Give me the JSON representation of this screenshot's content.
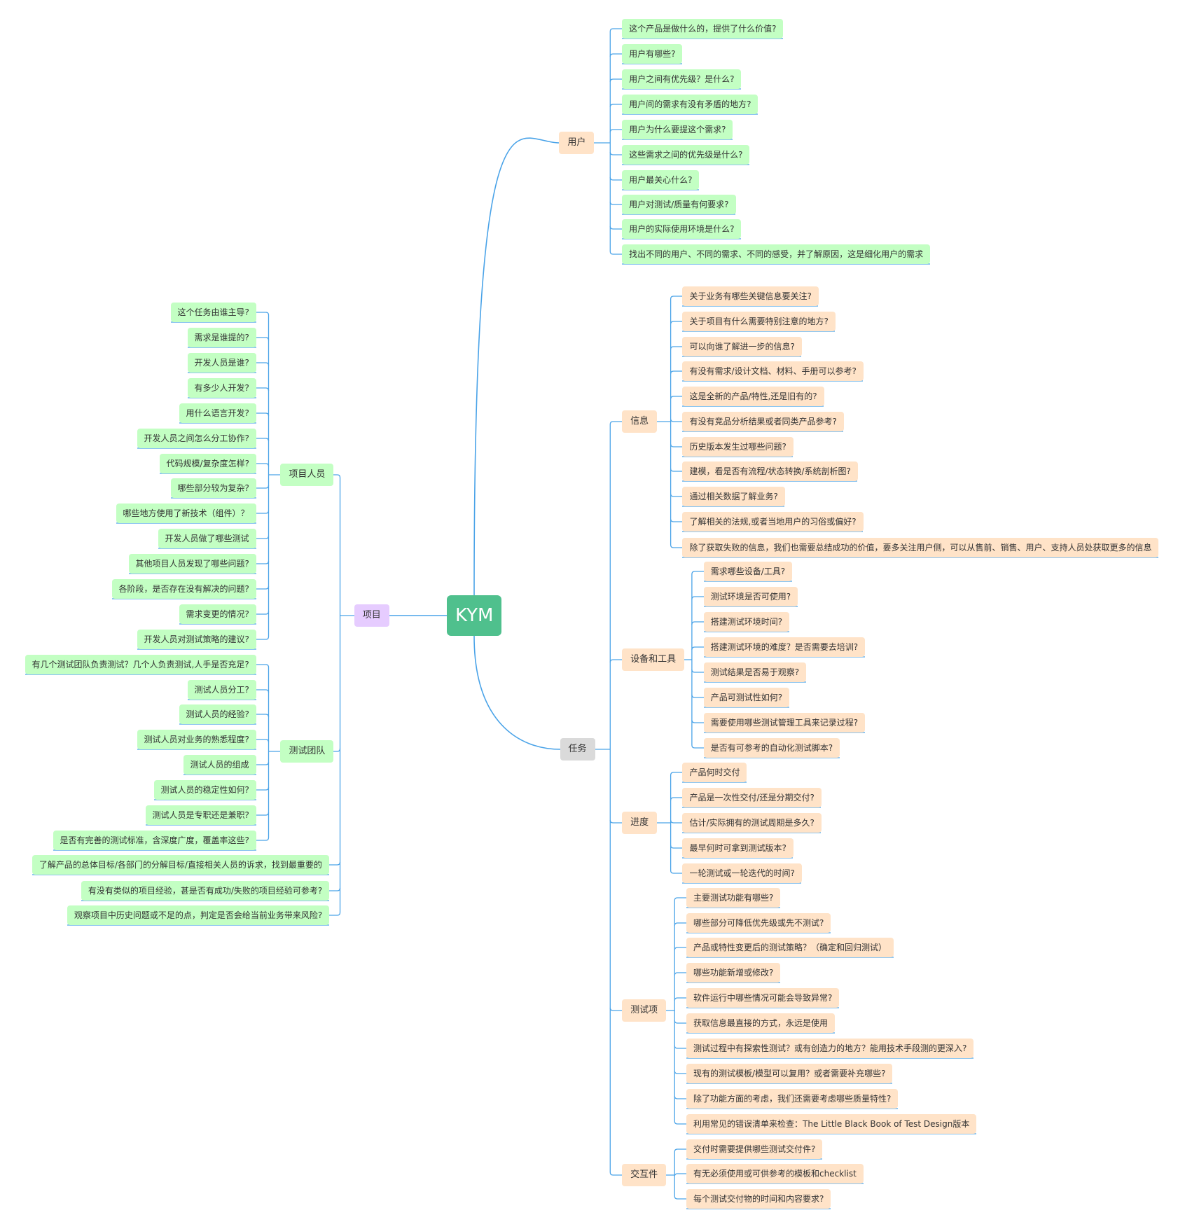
{
  "root": {
    "label": "KYM"
  },
  "user": {
    "label": "用户",
    "items": [
      "这个产品是做什么的，提供了什么价值?",
      "用户有哪些?",
      "用户之间有优先级？是什么?",
      "用户间的需求有没有矛盾的地方?",
      "用户为什么要提这个需求?",
      "这些需求之间的优先级是什么?",
      "用户最关心什么?",
      "用户对测试/质量有何要求?",
      "用户的实际使用环境是什么?",
      "找出不同的用户、不同的需求、不同的感受，并了解原因，这是细化用户的需求"
    ]
  },
  "project": {
    "label": "项目",
    "personnel": {
      "label": "项目人员",
      "items": [
        "这个任务由谁主导?",
        "需求是谁提的?",
        "开发人员是谁?",
        "有多少人开发?",
        "用什么语言开发?",
        "开发人员之间怎么分工协作?",
        "代码规模/复杂度怎样?",
        "哪些部分较为复杂?",
        "哪些地方使用了新技术（组件）？",
        "开发人员做了哪些测试",
        "其他项目人员发现了哪些问题?",
        "各阶段，是否存在没有解决的问题?",
        "需求变更的情况?",
        "开发人员对测试策略的建议?"
      ]
    },
    "team": {
      "label": "测试团队",
      "items": [
        "有几个测试团队负责测试？几个人负责测试,人手是否充足?",
        "测试人员分工?",
        "测试人员的经验?",
        "测试人员对业务的熟悉程度?",
        "测试人员的组成",
        "测试人员的稳定性如何?",
        "测试人员是专职还是兼职?",
        "是否有完善的测试标准，含深度广度，覆盖率这些?"
      ]
    },
    "extras": [
      "了解产品的总体目标/各部门的分解目标/直接相关人员的诉求，找到最重要的",
      "有没有类似的项目经验，甚是否有成功/失败的项目经验可参考?",
      "观察项目中历史问题或不足的点，判定是否会给当前业务带来风险?"
    ]
  },
  "task": {
    "label": "任务",
    "info": {
      "label": "信息",
      "items": [
        "关于业务有哪些关键信息要关注?",
        "关于项目有什么需要特别注意的地方?",
        "可以向谁了解进一步的信息?",
        "有没有需求/设计文档、材料、手册可以参考?",
        "这是全新的产品/特性,还是旧有的?",
        "有没有竞品分析结果或者同类产品参考?",
        "历史版本发生过哪些问题?",
        "建模，看是否有流程/状态转换/系统剖析图?",
        "通过相关数据了解业务?",
        "了解相关的法规,或者当地用户的习俗或偏好?",
        "除了获取失败的信息，我们也需要总结成功的价值，要多关注用户侧，可以从售前、销售、用户、支持人员处获取更多的信息"
      ]
    },
    "equipment": {
      "label": "设备和工具",
      "items": [
        "需求哪些设备/工具?",
        "测试环境是否可使用?",
        "搭建测试环境时间?",
        "搭建测试环境的难度？是否需要去培训?",
        "测试结果是否易于观察?",
        "产品可测试性如何?",
        "需要使用哪些测试管理工具来记录过程?",
        "是否有可参考的自动化测试脚本?"
      ]
    },
    "schedule": {
      "label": "进度",
      "items": [
        "产品何时交付",
        "产品是一次性交付/还是分期交付?",
        "估计/实际拥有的测试周期是多久?",
        "最早何时可拿到测试版本?",
        "一轮测试或一轮迭代的时间?"
      ]
    },
    "testitems": {
      "label": "测试项",
      "items": [
        "主要测试功能有哪些?",
        "哪些部分可降低优先级或先不测试?",
        "产品或特性变更后的测试策略？（确定和回归测试）",
        "哪些功能新增或修改?",
        "软件运行中哪些情况可能会导致异常?",
        "获取信息最直接的方式，永远是使用",
        "测试过程中有探索性测试？或有创造力的地方？能用技术手段测的更深入?",
        "现有的测试模板/模型可以复用？或者需要补充哪些?",
        "除了功能方面的考虑，我们还需要考虑哪些质量特性?",
        "利用常见的错误清单来检查：The Little Black Book of Test Design版本"
      ]
    },
    "deliverables": {
      "label": "交互件",
      "items": [
        "交付时需要提供哪些测试交付件?",
        "有无必须使用或可供参考的模板和checklist",
        "每个测试交付物的时间和内容要求?"
      ]
    }
  },
  "colors": {
    "line": "#4aa3e8",
    "leaf_green": "#c3ffc3",
    "leaf_orange": "#ffe3c8",
    "root": "#4fc08d",
    "project": "#e6ccff",
    "task": "#dadada"
  }
}
